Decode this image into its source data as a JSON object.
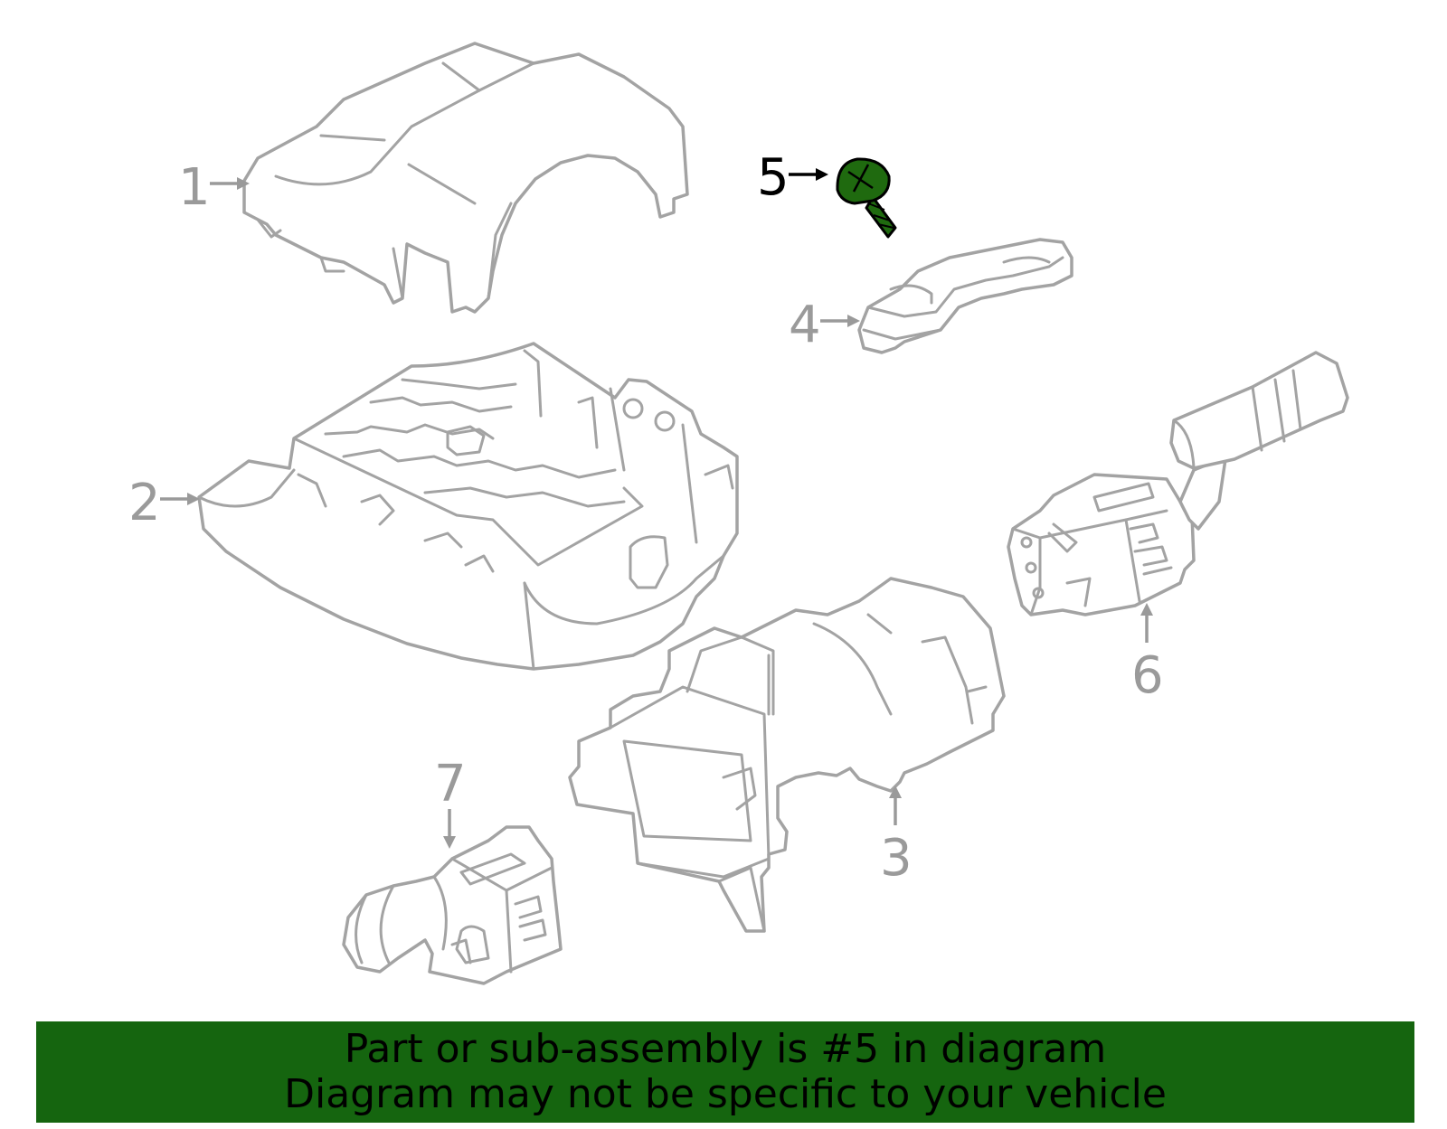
{
  "callouts": [
    {
      "id": "1",
      "label": "1"
    },
    {
      "id": "2",
      "label": "2"
    },
    {
      "id": "3",
      "label": "3"
    },
    {
      "id": "4",
      "label": "4"
    },
    {
      "id": "5",
      "label": "5"
    },
    {
      "id": "6",
      "label": "6"
    },
    {
      "id": "7",
      "label": "7"
    }
  ],
  "highlighted_part": "5",
  "colors": {
    "highlight": "#15650f",
    "outline": "#a3a3a3",
    "banner_bg": "#15650f"
  },
  "banner": {
    "line1": "Part or sub-assembly is #5 in diagram",
    "line2": "Diagram may not be specific to your vehicle"
  }
}
